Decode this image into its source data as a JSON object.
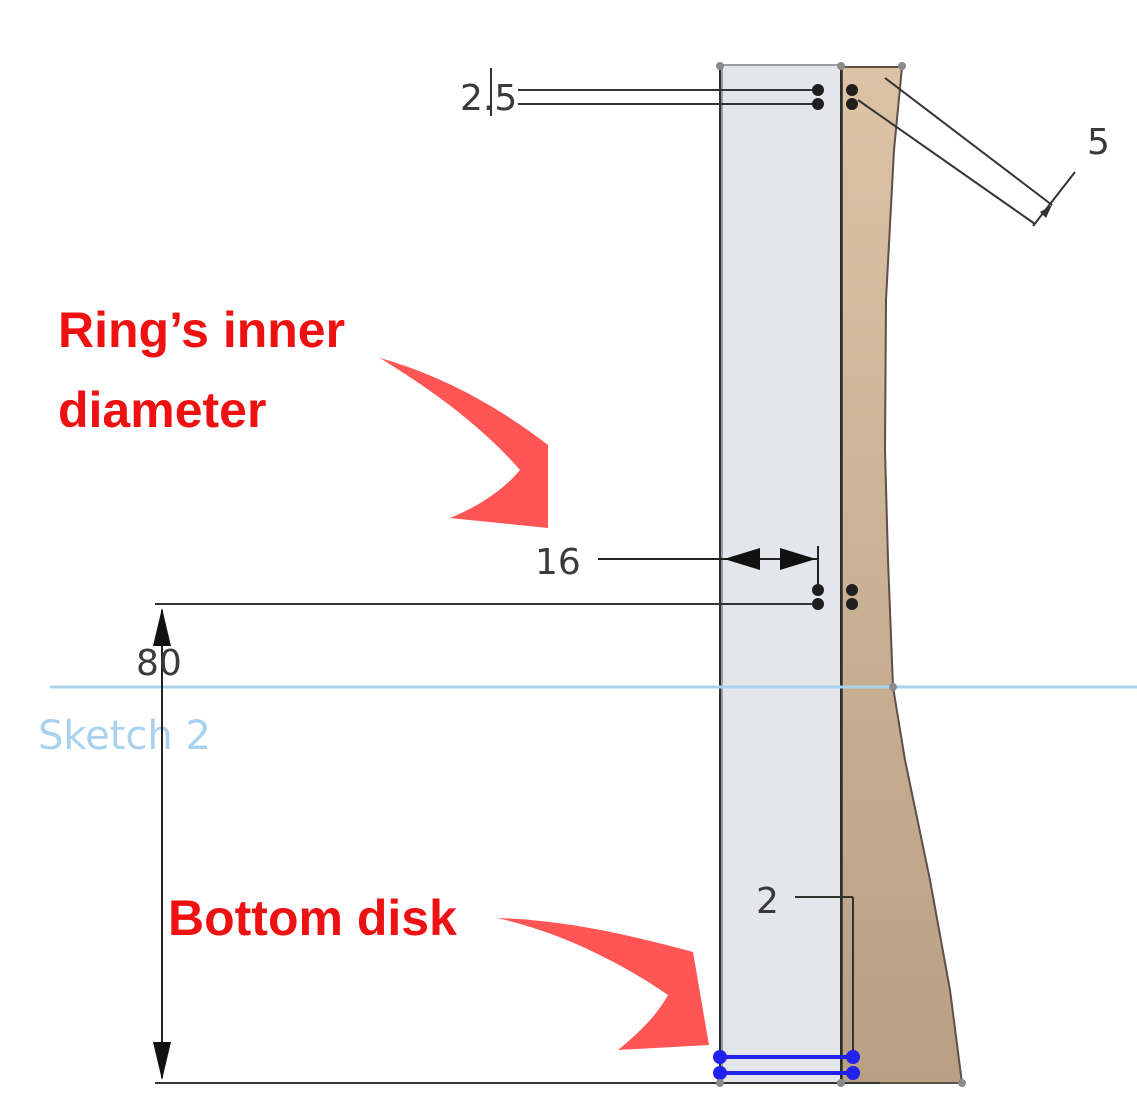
{
  "sketch": {
    "name": "Sketch 2"
  },
  "dimensions": {
    "top_offset": "2.5",
    "chamfer": "5",
    "inner_radius": "16",
    "height": "80",
    "disk_thickness": "2"
  },
  "callouts": {
    "ring_inner_diameter": [
      "Ring’s inner",
      "diameter"
    ],
    "bottom_disk": "Bottom disk"
  },
  "colors": {
    "callout_text": "#ee1111",
    "arrow_fill": "#ff5555",
    "ring_profile": "#c8ac8a",
    "inner_region": "#e3e6ea",
    "axis_line": "#a9d2ee",
    "selected_line": "#2222ee",
    "dimension_line": "#333333"
  }
}
